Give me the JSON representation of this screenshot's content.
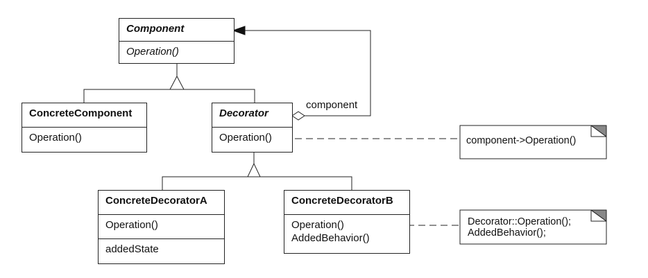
{
  "component": {
    "name": "Component",
    "operation": "Operation()"
  },
  "concrete_component": {
    "name": "ConcreteComponent",
    "operation": "Operation()"
  },
  "decorator": {
    "name": "Decorator",
    "operation": "Operation()",
    "association_label": "component"
  },
  "concrete_decorator_a": {
    "name": "ConcreteDecoratorA",
    "operation": "Operation()",
    "attribute": "addedState"
  },
  "concrete_decorator_b": {
    "name": "ConcreteDecoratorB",
    "operation": "Operation()",
    "operation2": "AddedBehavior()"
  },
  "note_decorator": {
    "text": "component->Operation()"
  },
  "note_b": {
    "line1": "Decorator::Operation();",
    "line2": "AddedBehavior();"
  }
}
